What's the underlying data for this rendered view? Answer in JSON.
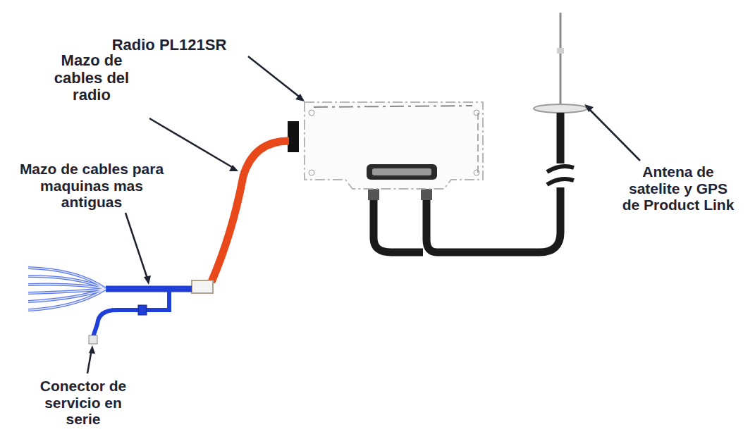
{
  "diagram": {
    "labels": [
      "Radio PL121SR",
      "Mazo de cables del radio",
      "Mazo de cables para maquinas mas antiguas",
      "Antena de satelite y GPS de Product Link",
      "Conector de servicio en serie"
    ]
  }
}
